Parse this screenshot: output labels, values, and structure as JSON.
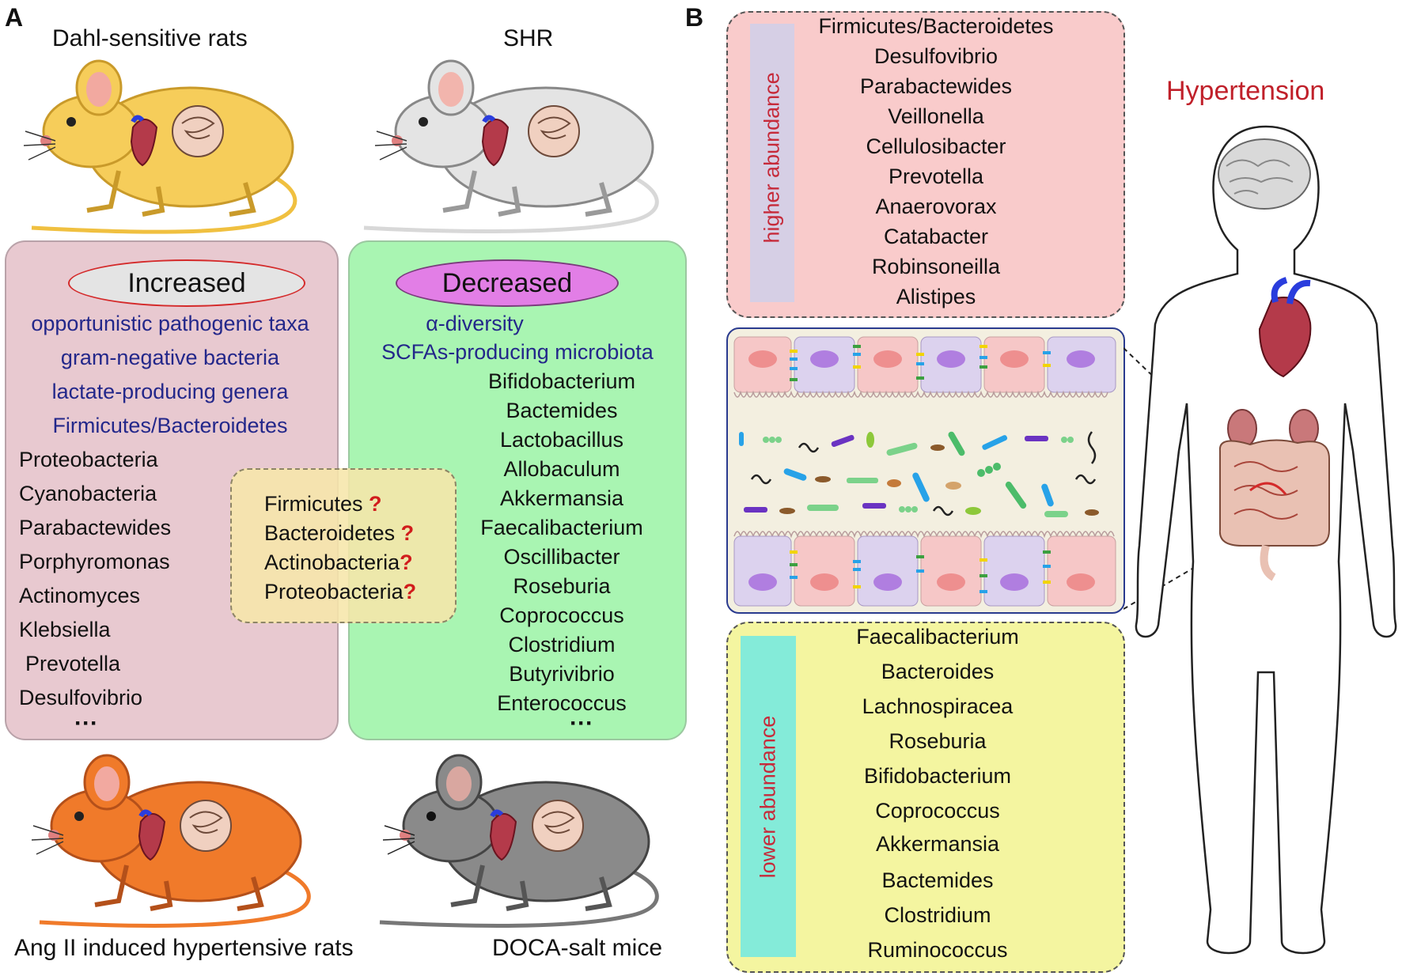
{
  "panel_a": {
    "letter": "A",
    "animals": {
      "top_left": "Dahl-sensitive rats",
      "top_right": "SHR",
      "bottom_left": "Ang II induced hypertensive rats",
      "bottom_right": "DOCA-salt mice"
    },
    "increased": {
      "title": "Increased",
      "blue_items": [
        "opportunistic pathogenic taxa",
        "gram-negative bacteria",
        "lactate-producing genera",
        "Firmicutes/Bacteroidetes"
      ],
      "items": [
        "Proteobacteria",
        "Cyanobacteria",
        "Parabactewides",
        "Porphyromonas",
        "Actinomyces",
        "Klebsiella",
        "Prevotella",
        "Desulfovibrio"
      ],
      "ellipsis": "···"
    },
    "decreased": {
      "title": "Decreased",
      "blue_items": [
        "α-diversity",
        "SCFAs-producing microbiota"
      ],
      "items": [
        "Bifidobacterium",
        "Bactemides",
        "Lactobacillus",
        "Allobaculum",
        "Akkermansia",
        "Faecalibacterium",
        "Oscillibacter",
        "Roseburia",
        "Coprococcus",
        "Clostridium",
        "Butyrivibrio",
        "Enterococcus"
      ],
      "ellipsis": "···"
    },
    "uncertain": {
      "items": [
        "Firmicutes",
        "Bacteroidetes",
        "Actinobacteria",
        "Proteobacteria"
      ],
      "mark": "?"
    }
  },
  "panel_b": {
    "letter": "B",
    "higher": {
      "label": "higher abundance",
      "items": [
        "Firmicutes/Bacteroidetes",
        "Desulfovibrio",
        "Parabactewides",
        "Veillonella",
        "Cellulosibacter",
        "Prevotella",
        "Anaerovorax",
        "Catabacter",
        "Robinsoneilla",
        "Alistipes"
      ]
    },
    "lower": {
      "label": "lower abundance",
      "items": [
        "Faecalibacterium",
        "Bacteroides",
        "Lachnospiracea",
        "Roseburia",
        "Bifidobacterium",
        "Coprococcus",
        "Akkermansia",
        "Bactemides",
        "Clostridium",
        "Ruminococcus"
      ]
    },
    "hypertension_label": "Hypertension"
  },
  "colors": {
    "increased_box": "#e8c9d0",
    "decreased_box": "#a9f5b2",
    "uncertain_box": "#f6e6aa",
    "higher_box": "#f9cbcb",
    "lower_box": "#f4f5a0",
    "blue_text": "#23278a",
    "question_mark": "#d11c1c",
    "hypertension": "#c0202a"
  }
}
